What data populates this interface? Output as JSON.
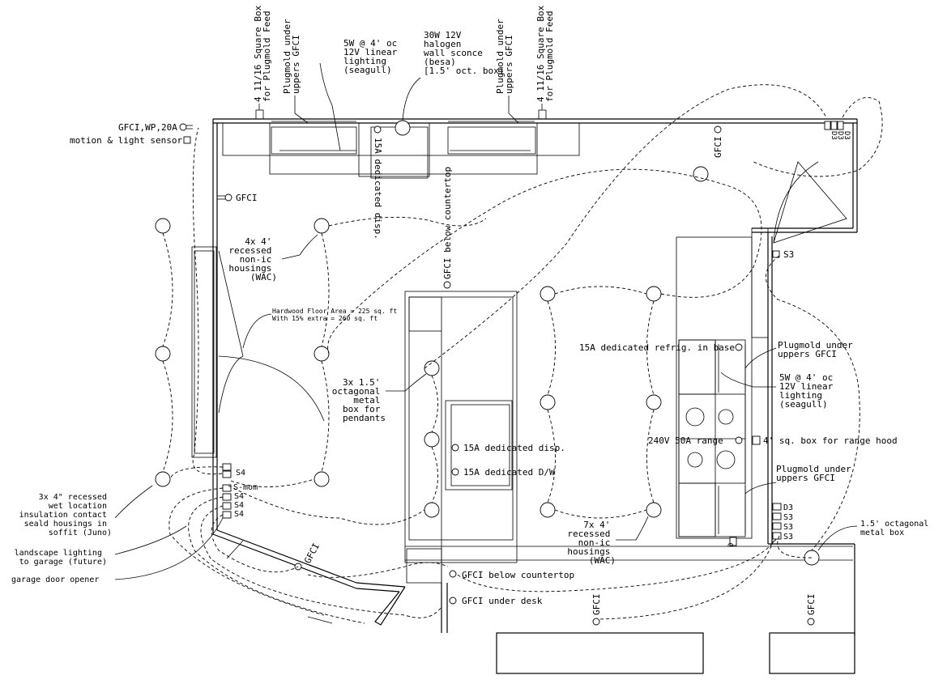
{
  "labels": {
    "sq_box_feed_left": [
      "4 11/16 Square Box",
      "for Plugmold Feed"
    ],
    "plugmold_under_uppers_left": [
      "Plugmold under",
      "uppers GFCI"
    ],
    "linear_lighting_top": [
      "5W @ 4' oc",
      "12V linear",
      "lighting",
      "(seagull)"
    ],
    "halogen_sconce": [
      "30W 12V",
      "halogen",
      "wall sconce",
      "(besa)",
      "[1.5' oct. box)"
    ],
    "plugmold_under_uppers_right": [
      "Plugmold under",
      "uppers GFCI"
    ],
    "sq_box_feed_right": [
      "4 11/16 Square Box",
      "for Plugmold Feed"
    ],
    "gfci_wp": "GFCI,WP,20A",
    "motion_sensor": "motion & light sensor",
    "gfci_left_wall": "GFCI",
    "gfci_top_right": "GFCI",
    "dedicated_disp_vertical": "15A dedicated disp.",
    "gfci_below_countertop_vertical": "GFCI below countertop",
    "recessed_4x": [
      "4x 4'",
      "recessed",
      "non-ic",
      "housings",
      "(WAC)"
    ],
    "hardwood_area": [
      "Hardwood Floor Area = 225 sq. ft",
      "With 15% extra = 260 sq. ft"
    ],
    "octagonal_pendants": [
      "3x 1.5'",
      "octagonal",
      "metal",
      "box for",
      "pendants"
    ],
    "dedicated_disp": "15A dedicated disp.",
    "dedicated_dw": "15A dedicated D/W",
    "refrig": "15A dedicated refrig. in base",
    "plugmold_right_1": [
      "Plugmold under",
      "uppers GFCI"
    ],
    "linear_lighting_right": [
      "5W @ 4' oc",
      "12V linear",
      "lighting",
      "(seagull)"
    ],
    "range": "240V 50A range",
    "range_hood_box": "4' sq. box for range hood",
    "plugmold_right_2": [
      "Plugmold under",
      "uppers GFCI"
    ],
    "recessed_7x": [
      "7x 4'",
      "recessed",
      "non-ic",
      "housings",
      "(WAC)"
    ],
    "octagonal_box": [
      "1.5' octagonal",
      "metal box"
    ],
    "recessed_wet": [
      "3x 4\" recessed",
      "wet location",
      "insulation contact",
      "seald housings in",
      "soffit (Juno)"
    ],
    "landscape": [
      "landscape lighting",
      "to garage (future)"
    ],
    "garage_opener": "garage door opener",
    "gfci_below_countertop": "GFCI below countertop",
    "gfci_under_desk": "GFCI under desk",
    "gfci_bottom_left": "GFCI",
    "gfci_bottom_mid": "GFCI",
    "gfci_bottom_right": "GFCI",
    "s3_upper": "S3",
    "d_label": "D",
    "switches_top": [
      "D3",
      "D3",
      "D3"
    ],
    "switches_left": [
      "S4",
      "S4",
      "S4",
      "S4"
    ],
    "s_mom": "S-mom",
    "switches_right": [
      "D3",
      "S3",
      "S3",
      "S3"
    ]
  }
}
